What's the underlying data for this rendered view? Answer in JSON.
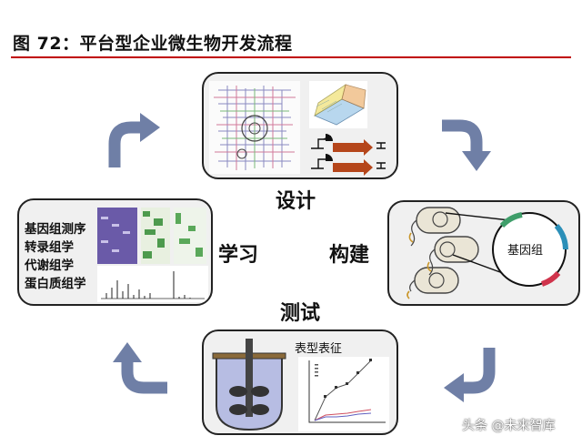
{
  "header": {
    "title": "图 72：平台型企业微生物开发流程"
  },
  "stages": {
    "design": "设计",
    "build": "构建",
    "test": "测试",
    "learn": "学习"
  },
  "build_panel": {
    "plasmid_label": "基因组"
  },
  "test_panel": {
    "phenotype_label": "表型表征"
  },
  "learn_panel": {
    "omics": [
      "基因组测序",
      "转录组学",
      "代谢组学",
      "蛋白质组学"
    ]
  },
  "watermark": "头条 @未来智库",
  "colors": {
    "arrow": "#6f7fa6",
    "title_rule": "#c00000",
    "panel_bg": "#f0f0f0",
    "gene_arrow": "#b5461b"
  }
}
